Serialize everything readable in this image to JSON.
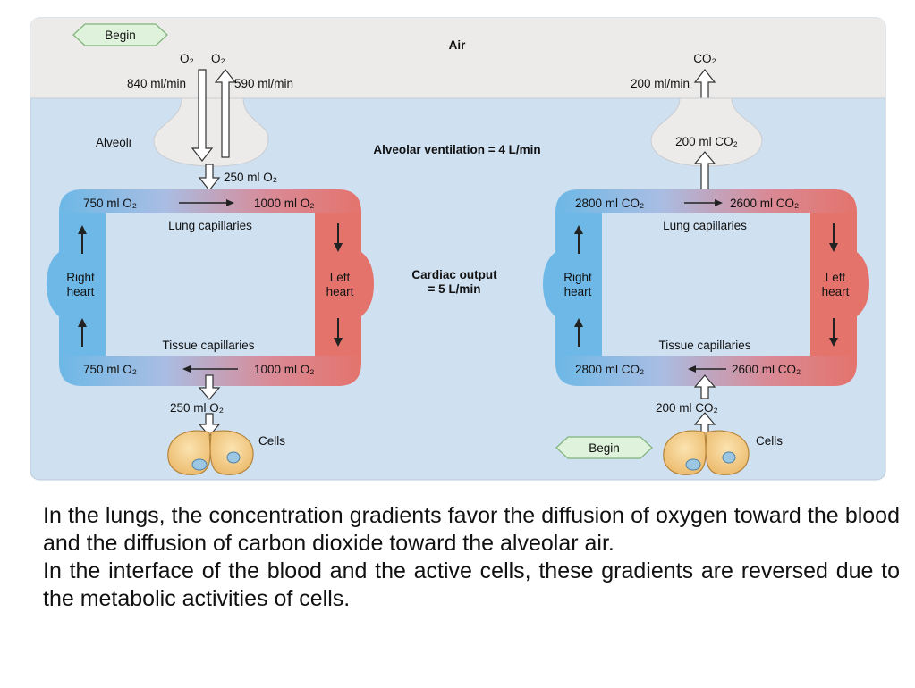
{
  "diagram": {
    "air_label": "Air",
    "begin_label": "Begin",
    "alveoli_label": "Alveoli",
    "alveolar_ventilation": "Alveolar ventilation = 4 L/min",
    "cardiac_output_line1": "Cardiac output",
    "cardiac_output_line2": "= 5 L/min",
    "left": {
      "o2_in_label": "O₂",
      "o2_out_label": "O₂",
      "inspired_rate": "840 ml/min",
      "expired_rate": "590 ml/min",
      "diffusion_to_blood": "250 ml O₂",
      "lung_venous": "750 ml O₂",
      "lung_arterial": "1000 ml O₂",
      "lung_capillaries": "Lung capillaries",
      "tissue_capillaries": "Tissue capillaries",
      "tissue_arterial": "1000 ml O₂",
      "tissue_venous": "750 ml O₂",
      "diffusion_to_cells": "250 ml O₂",
      "right_heart_1": "Right",
      "right_heart_2": "heart",
      "left_heart_1": "Left",
      "left_heart_2": "heart",
      "cells_label": "Cells"
    },
    "right": {
      "co2_label": "CO₂",
      "expired_rate": "200 ml/min",
      "alveoli_co2": "200 ml CO₂",
      "lung_venous": "2800 ml CO₂",
      "lung_arterial": "2600 ml CO₂",
      "lung_capillaries": "Lung capillaries",
      "tissue_capillaries": "Tissue capillaries",
      "tissue_venous": "2800 ml CO₂",
      "tissue_arterial": "2600 ml CO₂",
      "from_cells": "200 ml CO₂",
      "right_heart_1": "Right",
      "right_heart_2": "heart",
      "left_heart_1": "Left",
      "left_heart_2": "heart",
      "cells_label": "Cells",
      "begin_label": "Begin"
    },
    "colors": {
      "body_fluid": "#cfe0f1",
      "air": "#ecebea",
      "venous": "#6db8e6",
      "arterial": "#e4736c",
      "cells": "#f2c47a"
    }
  },
  "caption": {
    "paragraph1": "In the lungs, the concentration gradients favor the diffusion of oxygen toward the blood and the diffusion of carbon dioxide toward the alveolar air.",
    "paragraph2": "In the interface of the blood and the active cells, these gradients are reversed due to the metabolic activities of cells."
  }
}
